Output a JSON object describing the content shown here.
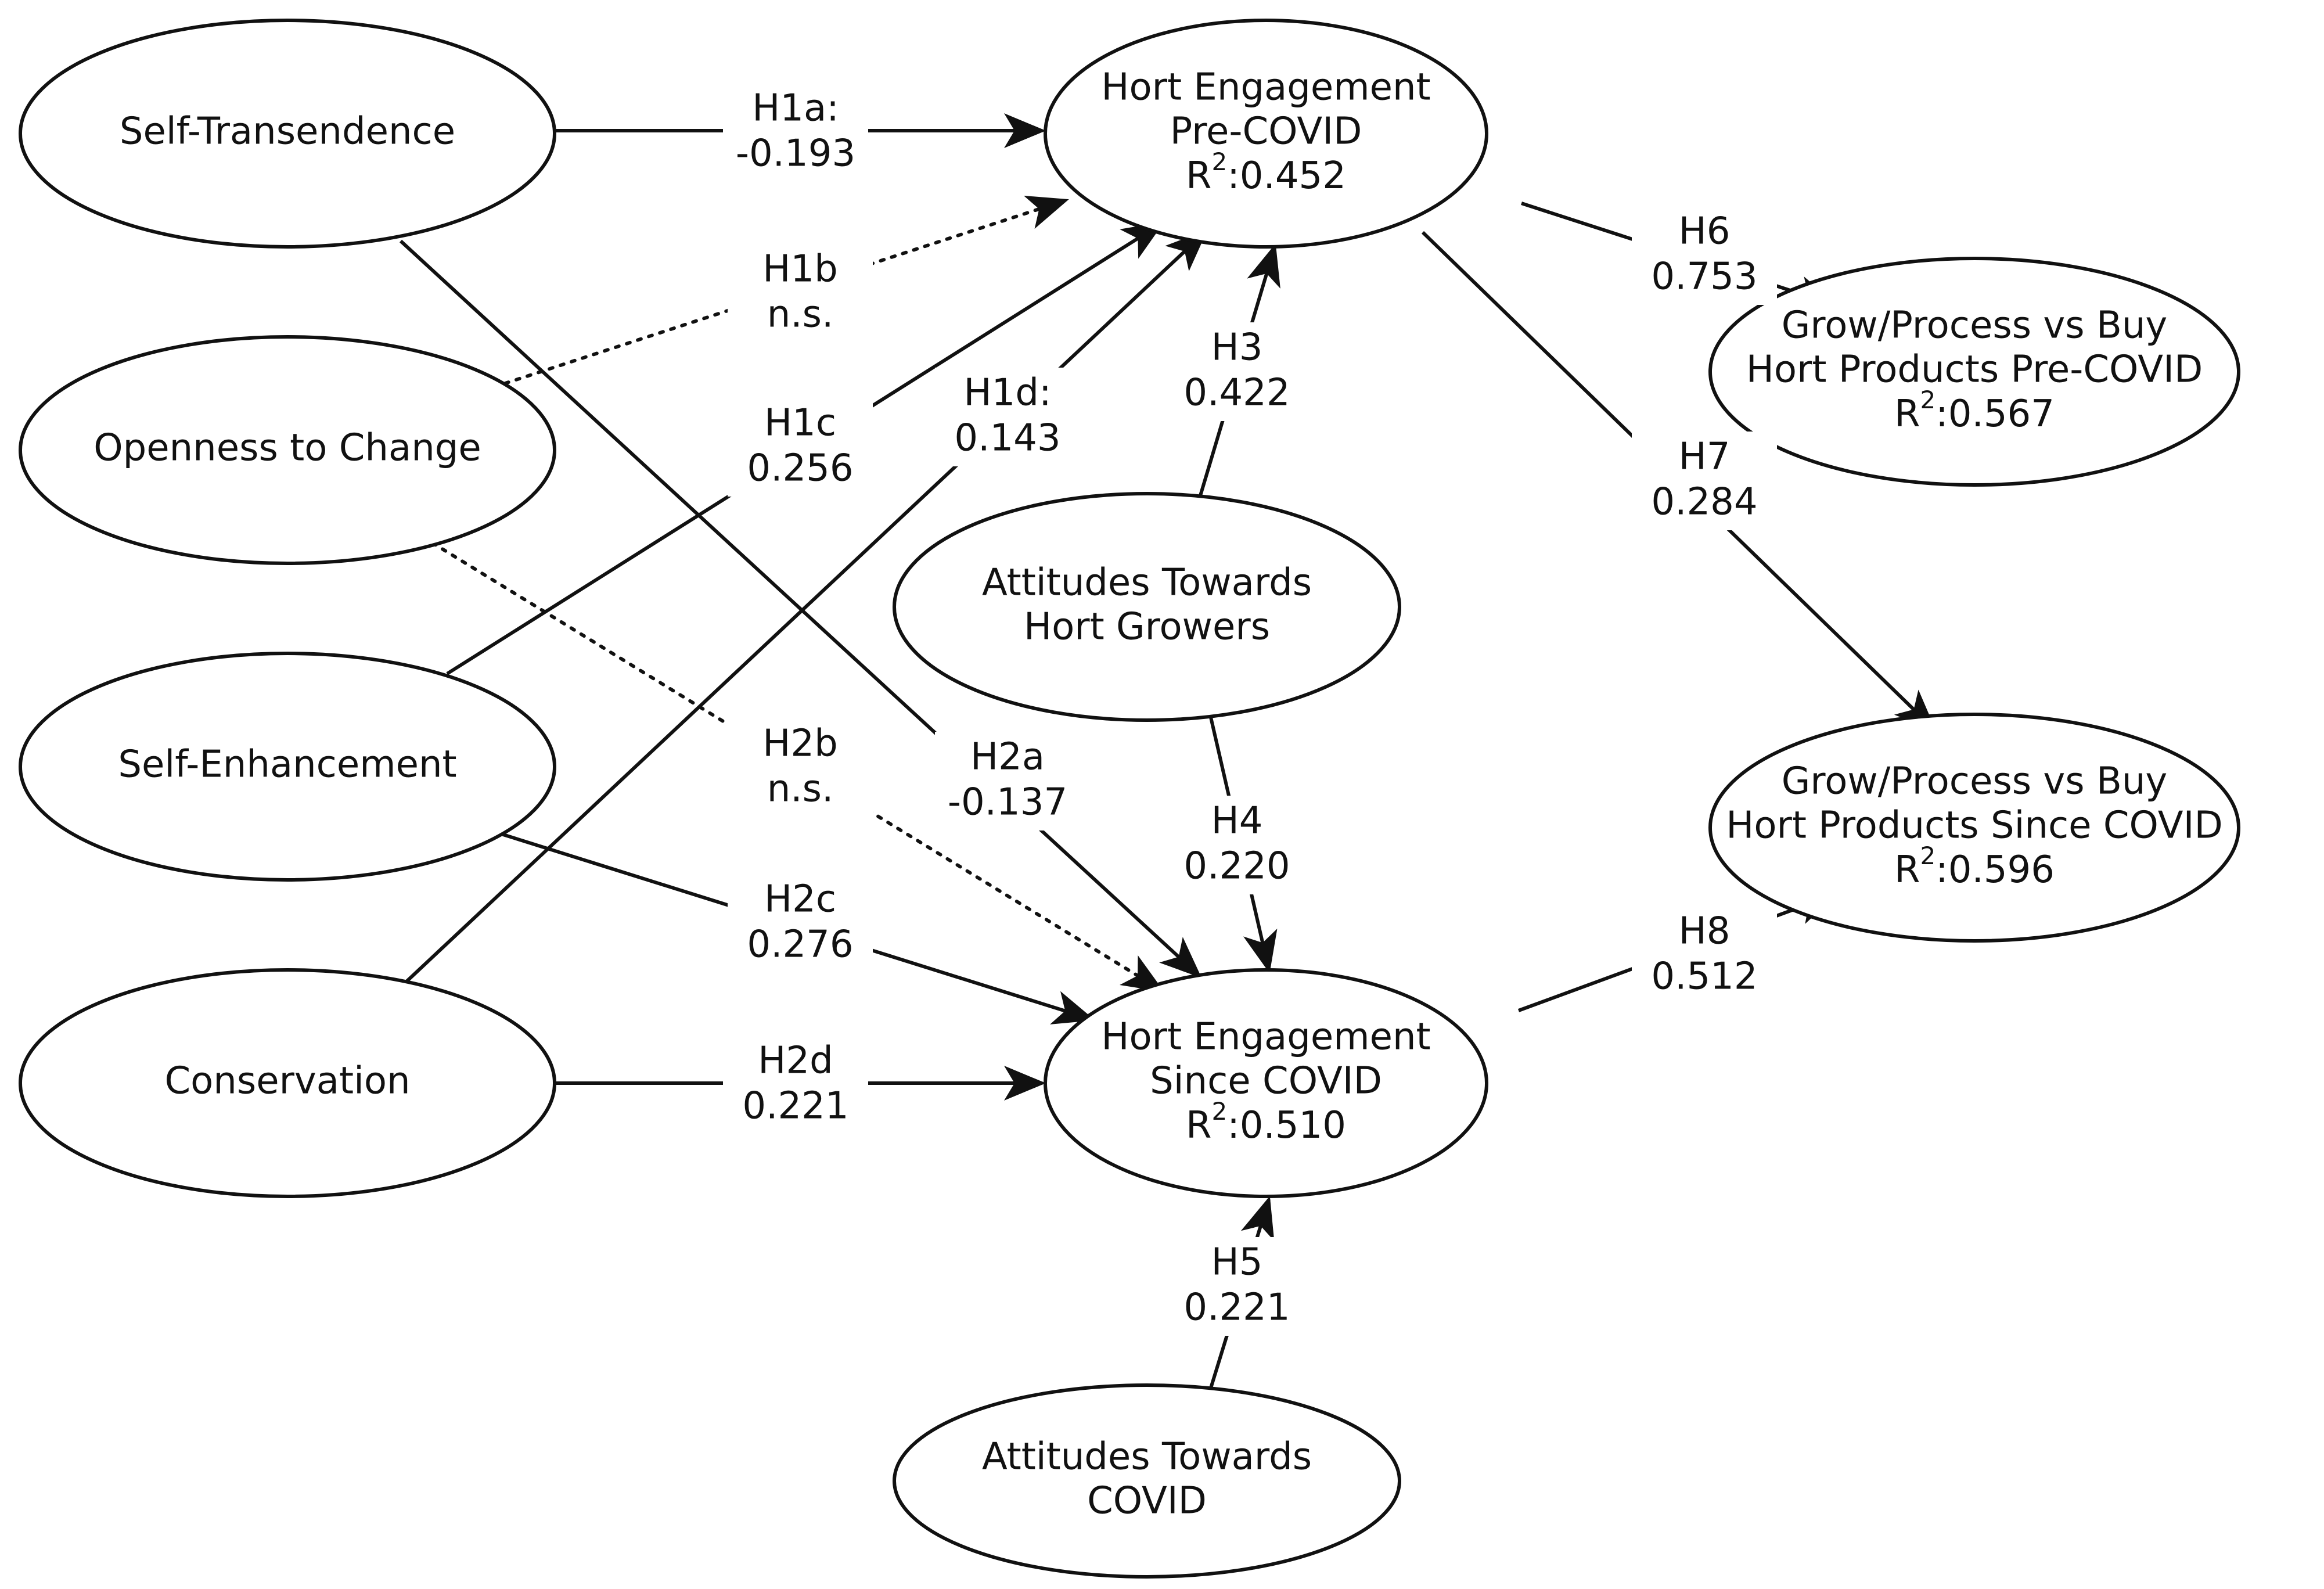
{
  "nodes": [
    {
      "id": "self-transendence",
      "lines": [
        "Self-Transendence"
      ]
    },
    {
      "id": "openness-to-change",
      "lines": [
        "Openness to Change"
      ]
    },
    {
      "id": "self-enhancement",
      "lines": [
        "Self-Enhancement"
      ]
    },
    {
      "id": "conservation",
      "lines": [
        "Conservation"
      ]
    },
    {
      "id": "hort-engagement-pre",
      "lines": [
        "Hort Engagement",
        "Pre-COVID"
      ],
      "r2": "0.452"
    },
    {
      "id": "hort-engagement-since",
      "lines": [
        "Hort Engagement",
        "Since COVID"
      ],
      "r2": "0.510"
    },
    {
      "id": "attitudes-hort-growers",
      "lines": [
        "Attitudes Towards",
        "Hort Growers"
      ]
    },
    {
      "id": "attitudes-covid",
      "lines": [
        "Attitudes Towards",
        "COVID"
      ]
    },
    {
      "id": "grow-buy-pre",
      "lines": [
        "Grow/Process vs Buy",
        "Hort Products Pre-COVID"
      ],
      "r2": "0.567"
    },
    {
      "id": "grow-buy-since",
      "lines": [
        "Grow/Process vs Buy",
        "Hort Products Since COVID"
      ],
      "r2": "0.596"
    }
  ],
  "r2_prefix": "R",
  "r2_sup": "2",
  "r2_suffix": ":",
  "edges": [
    {
      "id": "h1a",
      "from": "self-transendence",
      "to": "hort-engagement-pre",
      "label": "H1a:",
      "value": "-0.193",
      "significant": true
    },
    {
      "id": "h1b",
      "from": "openness-to-change",
      "to": "hort-engagement-pre",
      "label": "H1b",
      "value": "n.s.",
      "significant": false
    },
    {
      "id": "h1c",
      "from": "self-enhancement",
      "to": "hort-engagement-pre",
      "label": "H1c",
      "value": "0.256",
      "significant": true
    },
    {
      "id": "h1d",
      "from": "conservation",
      "to": "hort-engagement-pre",
      "label": "H1d:",
      "value": "0.143",
      "significant": true
    },
    {
      "id": "h2a",
      "from": "self-transendence",
      "to": "hort-engagement-since",
      "label": "H2a",
      "value": "-0.137",
      "significant": true
    },
    {
      "id": "h2b",
      "from": "openness-to-change",
      "to": "hort-engagement-since",
      "label": "H2b",
      "value": "n.s.",
      "significant": false
    },
    {
      "id": "h2c",
      "from": "self-enhancement",
      "to": "hort-engagement-since",
      "label": "H2c",
      "value": "0.276",
      "significant": true
    },
    {
      "id": "h2d",
      "from": "conservation",
      "to": "hort-engagement-since",
      "label": "H2d",
      "value": "0.221",
      "significant": true
    },
    {
      "id": "h3",
      "from": "attitudes-hort-growers",
      "to": "hort-engagement-pre",
      "label": "H3",
      "value": "0.422",
      "significant": true
    },
    {
      "id": "h4",
      "from": "attitudes-hort-growers",
      "to": "hort-engagement-since",
      "label": "H4",
      "value": "0.220",
      "significant": true
    },
    {
      "id": "h5",
      "from": "attitudes-covid",
      "to": "hort-engagement-since",
      "label": "H5",
      "value": "0.221",
      "significant": true
    },
    {
      "id": "h6",
      "from": "hort-engagement-pre",
      "to": "grow-buy-pre",
      "label": "H6",
      "value": "0.753",
      "significant": true
    },
    {
      "id": "h7",
      "from": "hort-engagement-pre",
      "to": "grow-buy-since",
      "label": "H7",
      "value": "0.284",
      "significant": true
    },
    {
      "id": "h8",
      "from": "hort-engagement-since",
      "to": "grow-buy-since",
      "label": "H8",
      "value": "0.512",
      "significant": true
    }
  ]
}
